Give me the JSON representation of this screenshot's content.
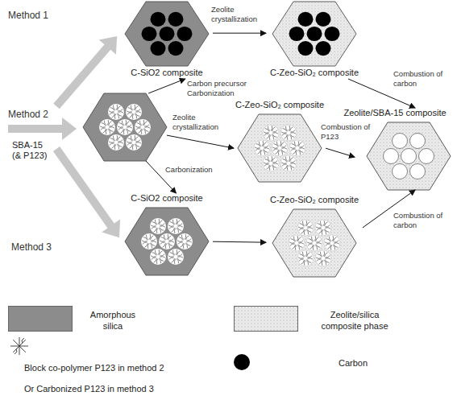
{
  "diagram": {
    "nodes": [
      {
        "text": [
          "C-SiO2 composite"
        ]
      },
      {
        "text": [
          "C-Zeo-SiO₂ composite"
        ]
      },
      {
        "text": [
          "SBA-15 (& P123)"
        ]
      },
      {
        "text": [
          "C-Zeo-SiO₂ composite"
        ]
      },
      {
        "text": [
          "Zeolite/SBA-15 composite"
        ]
      },
      {
        "text": [
          "C-SiO2 composite"
        ]
      },
      {
        "text": [
          "C-Zeo-SiO₂ composite"
        ]
      }
    ],
    "edges": [
      {
        "from": 2,
        "to": 0,
        "label": "Carbon precursor Carbonization",
        "arrow": "to"
      },
      {
        "from": 0,
        "to": 1,
        "label": "Zeolite crystallization",
        "arrow": "to"
      },
      {
        "from": 1,
        "to": 4,
        "label": "Combustion of carbon",
        "arrow": "to"
      },
      {
        "from": 2,
        "to": 3,
        "label": "Zeolite crystallization",
        "arrow": "to"
      },
      {
        "from": 3,
        "to": 4,
        "label": "Combustion of P123",
        "arrow": "to"
      },
      {
        "from": 2,
        "to": 5,
        "label": "Carbonization",
        "arrow": "to"
      },
      {
        "from": 5,
        "to": 6,
        "arrow": "to"
      },
      {
        "from": 6,
        "to": 4,
        "label": "Combustion of carbon",
        "arrow": "to"
      }
    ],
    "labels": [
      "Method 1",
      "Method 2",
      "Method 3"
    ],
    "legend": [
      {
        "text": "Amorphous silica",
        "color": "#8c8c8c"
      },
      {
        "text": "Zeolite/silica composite phase",
        "color": "#ececec"
      },
      {
        "text": "Block co-polymer P123 in method 2"
      },
      {
        "text": "Or Carbonized P123 in method 3"
      },
      {
        "text": "Carbon"
      }
    ]
  }
}
